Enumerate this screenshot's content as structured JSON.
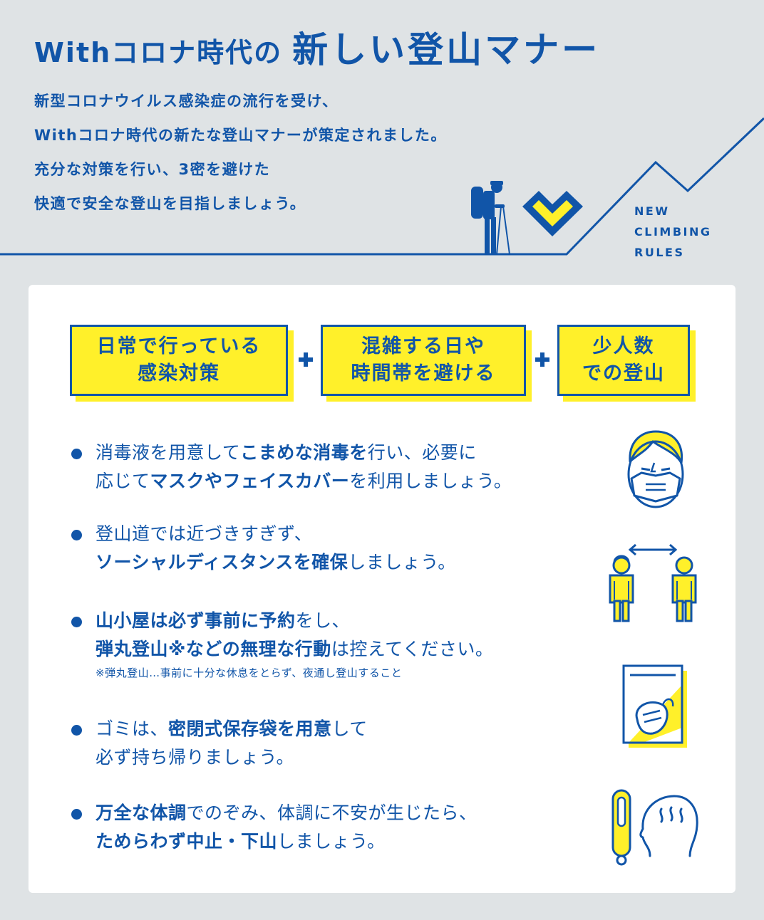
{
  "header": {
    "title_part1": "Withコロナ時代の",
    "title_part2": "新しい登山マナー",
    "intro_lines": [
      "新型コロナウイルス感染症の流行を受け、",
      "Withコロナ時代の新たな登山マナーが策定されました。",
      "充分な対策を行い、3密を避けた",
      "快適で安全な登山を目指しましょう。"
    ],
    "badge_lines": [
      "NEW",
      "CLIMBING",
      "RULES"
    ]
  },
  "pillars": [
    {
      "line1": "日常で行っている",
      "line2": "感染対策"
    },
    {
      "line1": "混雑する日や",
      "line2": "時間帯を避ける"
    },
    {
      "line1": "少人数",
      "line2": "での登山"
    }
  ],
  "rules": [
    {
      "l1a": "消毒液を用意して",
      "l1b": "こまめな消毒を",
      "l1c": "行い、必要に",
      "l2a": "応じて",
      "l2b": "マスクやフェイスカバー",
      "l2c": "を利用しましょう。"
    },
    {
      "l1a": "登山道では近づきすぎず、",
      "l2b": "ソーシャルディスタンスを確保",
      "l2c": "しましょう。"
    },
    {
      "l1b": "山小屋は必ず事前に予約",
      "l1c": "をし、",
      "l2b": "弾丸登山※などの無理な行動",
      "l2c": "は控えてください。",
      "note": "※弾丸登山…事前に十分な休息をとらず、夜通し登山すること"
    },
    {
      "l1a": "ゴミは、",
      "l1b": "密閉式保存袋を用意",
      "l1c": "して",
      "l2a": "必ず持ち帰りましょう。"
    },
    {
      "l1b": "万全な体調",
      "l1c": "でのぞみ、体調に不安が生じたら、",
      "l2b": "ためらわず中止・下山",
      "l2c": "しましょう。"
    }
  ],
  "icons": [
    "mask-face-icon",
    "social-distance-icon",
    "sealed-bag-icon",
    "thermometer-fever-icon"
  ],
  "colors": {
    "blue": "#1155a8",
    "yellow": "#fff02a",
    "background": "#dfe3e5",
    "card": "#ffffff"
  }
}
